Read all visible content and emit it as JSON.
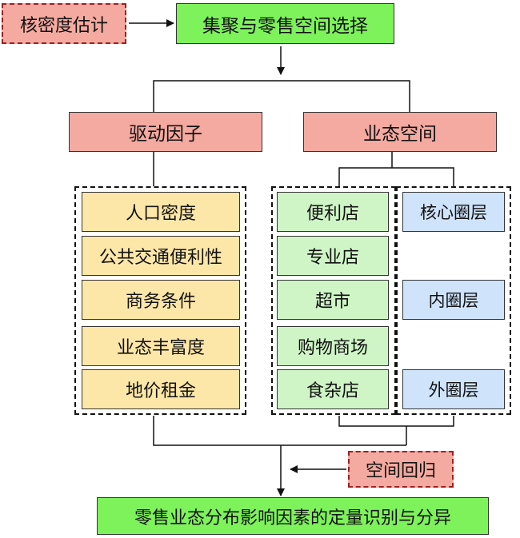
{
  "top": {
    "kde": "核密度估计",
    "selection": "集聚与零售空间选择"
  },
  "branches": {
    "drivers": "驱动因子",
    "space": "业态空间"
  },
  "drivers": [
    "人口密度",
    "公共交通便利性",
    "商务条件",
    "业态丰富度",
    "地价租金"
  ],
  "formats": [
    "便利店",
    "专业店",
    "超市",
    "购物商场",
    "食杂店"
  ],
  "rings": [
    "核心圈层",
    "内圈层",
    "外圈层"
  ],
  "regression": "空间回归",
  "result": "零售业态分布影响因素的定量识别与分异",
  "colors": {
    "pink": "#f4aaa0",
    "green": "#7ef25b",
    "light_green": "#cff5c6",
    "yellow": "#fde7a8",
    "blue": "#cfe3fb",
    "dashed_red": "#a02020"
  }
}
